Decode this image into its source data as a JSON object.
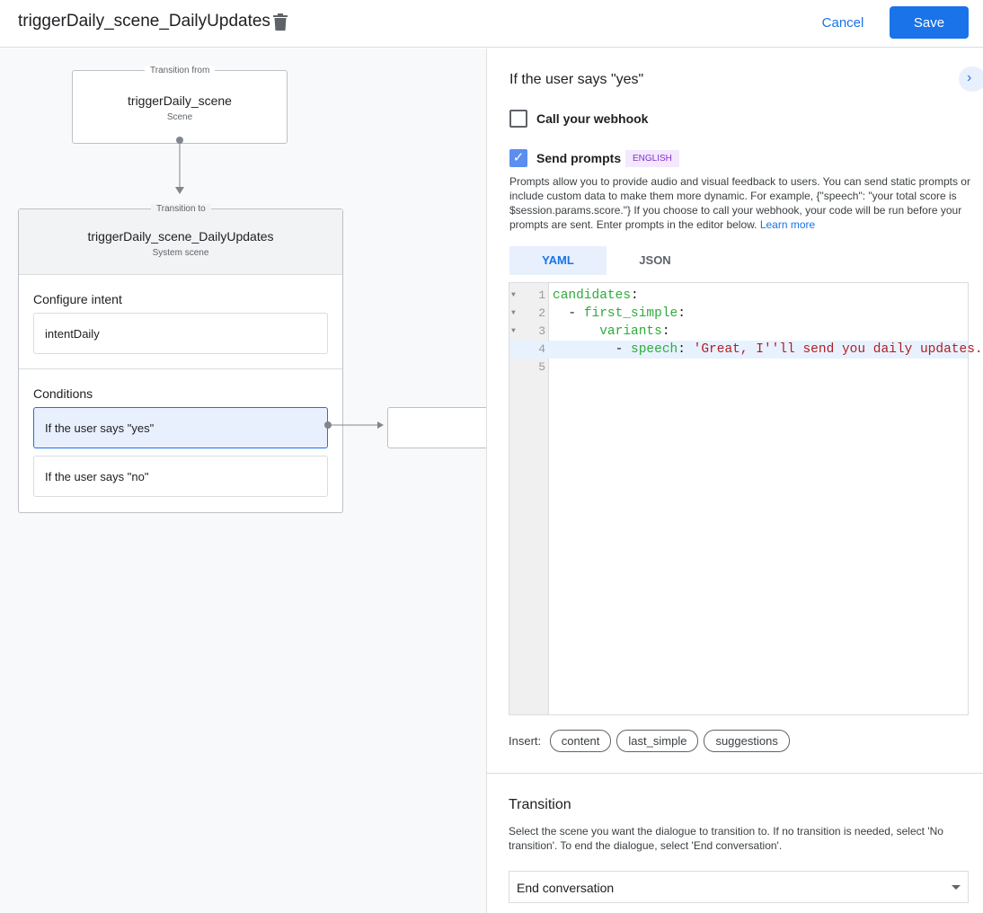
{
  "header": {
    "title": "triggerDaily_scene_DailyUpdates",
    "cancel": "Cancel",
    "save": "Save"
  },
  "canvas": {
    "from": {
      "label": "Transition from",
      "name": "triggerDaily_scene",
      "type": "Scene"
    },
    "to": {
      "label": "Transition to",
      "name": "triggerDaily_scene_DailyUpdates",
      "type": "System scene"
    },
    "intent_heading": "Configure intent",
    "intent": "intentDaily",
    "conditions_heading": "Conditions",
    "conditions": [
      "If the user says \"yes\"",
      "If the user says \"no\""
    ]
  },
  "panel": {
    "title": "If the user says \"yes\"",
    "webhook": {
      "label": "Call your webhook",
      "checked": false
    },
    "prompts": {
      "label": "Send prompts",
      "checked": true,
      "badge": "ENGLISH"
    },
    "description": "Prompts allow you to provide audio and visual feedback to users. You can send static prompts or include custom data to make them more dynamic. For example, {\"speech\": \"your total score is $session.params.score.\"} If you choose to call your webhook, your code will be run before your prompts are sent. Enter prompts in the editor below.",
    "learn_more": "Learn more",
    "tabs": [
      "YAML",
      "JSON"
    ],
    "active_tab": "YAML",
    "code": {
      "lines": [
        {
          "n": "1",
          "indent": "",
          "key": "candidates",
          "sep": ":",
          "val": ""
        },
        {
          "n": "2",
          "indent": "  - ",
          "key": "first_simple",
          "sep": ":",
          "val": ""
        },
        {
          "n": "3",
          "indent": "      ",
          "key": "variants",
          "sep": ":",
          "val": ""
        },
        {
          "n": "4",
          "indent": "        - ",
          "key": "speech",
          "sep": ": ",
          "val": "'Great, I''ll send you daily updates."
        },
        {
          "n": "5",
          "indent": "",
          "key": "",
          "sep": "",
          "val": ""
        }
      ]
    },
    "insert_label": "Insert:",
    "insert_chips": [
      "content",
      "last_simple",
      "suggestions"
    ],
    "transition": {
      "heading": "Transition",
      "description": "Select the scene you want the dialogue to transition to. If no transition is needed, select 'No transition'. To end the dialogue, select 'End conversation'.",
      "value": "End conversation"
    }
  },
  "colors": {
    "accent": "#1a73e8",
    "badge_bg": "#f3e8fd",
    "badge_text": "#8430ce"
  }
}
